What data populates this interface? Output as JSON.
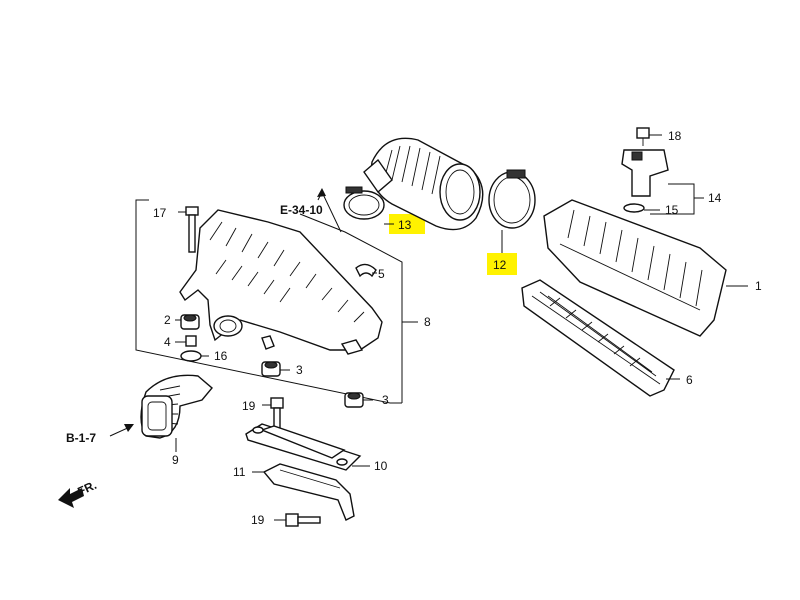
{
  "colors": {
    "highlight": "#fff200",
    "ink": "#111111"
  },
  "refs": {
    "e_34_10": "E-34-10",
    "b_1_7": "B-1-7",
    "fr": "FR."
  },
  "parts": {
    "p1": "1",
    "p2": "2",
    "p3a": "3",
    "p3b": "3",
    "p4": "4",
    "p5": "5",
    "p6": "6",
    "p8": "8",
    "p9": "9",
    "p10": "10",
    "p11": "11",
    "p12": "12",
    "p13": "13",
    "p14": "14",
    "p15": "15",
    "p16": "16",
    "p17": "17",
    "p18": "18",
    "p19a": "19",
    "p19b": "19"
  },
  "icons": {
    "front_arrow": "front-direction-arrow-icon",
    "ref_arrow": "reference-arrow-icon"
  }
}
